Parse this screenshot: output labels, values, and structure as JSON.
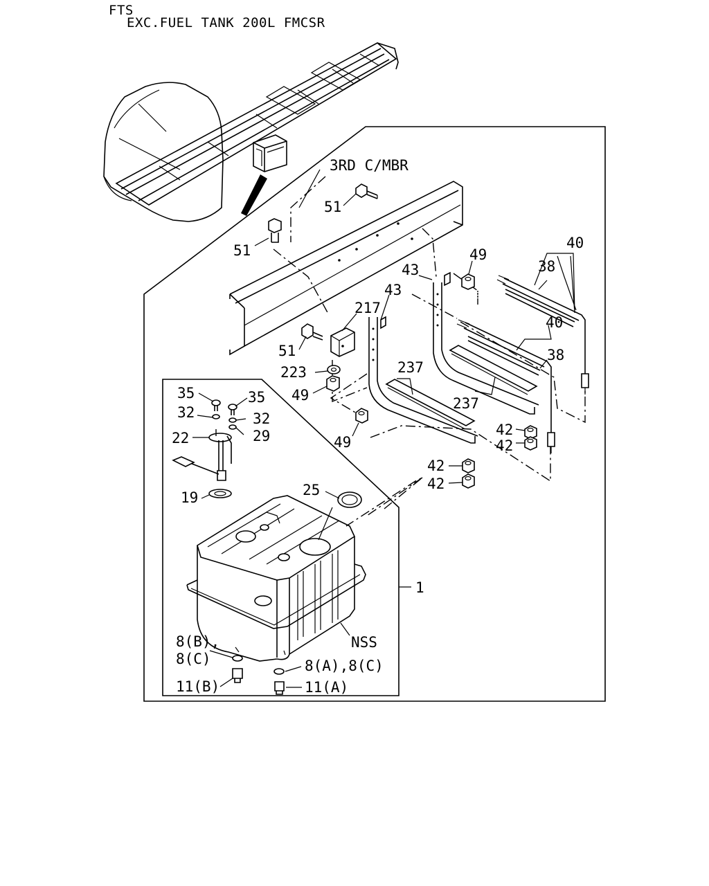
{
  "header": {
    "line1": "FTS",
    "line2": "EXC.FUEL TANK 200L FMCSR"
  },
  "labels": {
    "mbr": "3RD C/MBR",
    "p51a": "51",
    "p51b": "51",
    "p51c": "51",
    "p49a": "49",
    "p49b": "49",
    "p49c": "49",
    "p40a": "40",
    "p40b": "40",
    "p38a": "38",
    "p38b": "38",
    "p43a": "43",
    "p43b": "43",
    "p217": "217",
    "p223": "223",
    "p237a": "237",
    "p237b": "237",
    "p42a": "42",
    "p42b": "42",
    "p42c": "42",
    "p42d": "42",
    "p35a": "35",
    "p35b": "35",
    "p32a": "32",
    "p32b": "32",
    "p22": "22",
    "p29": "29",
    "p19": "19",
    "p25": "25",
    "p1": "1",
    "nss": "NSS",
    "p8b": "8(B),",
    "p8c": "8(C)",
    "p8ac": "8(A),8(C)",
    "p11b": "11(B)",
    "p11a": "11(A)"
  }
}
